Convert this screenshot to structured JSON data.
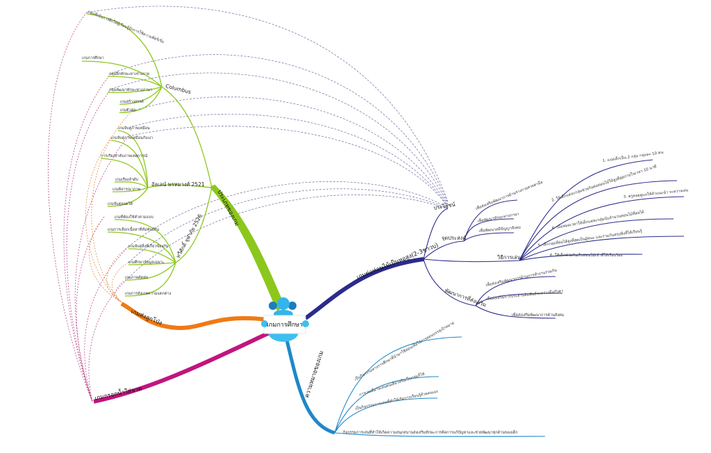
{
  "center": {
    "label": "เกมการศึกษา"
  },
  "colors": {
    "types": "#8cc71c",
    "tower": "#2b2b8c",
    "meaning": "#1e88c8",
    "balloon": "#f07a14",
    "bottle": "#c0157f"
  },
  "types": {
    "label": "ประเภทของเกม",
    "columbus": {
      "label": "Columbus",
      "items": [
        "กลุ่มที่เน้นการฝึกให้ผู้เรียนรู้จักการใช้ความคิดริเริ่ม",
        "เกมการศึกษา",
        "กลุ่มฝึกทักษะทางร่างกาย",
        "กลุ่มพัฒนาทักษะทางภาษา",
        "เกมสร้างสรรค์",
        "เกมตัวต่อ"
      ]
    },
    "allen": {
      "label": "อัลเลน์ พรหมวงศ์ 2521",
      "items": [
        "เกมจับคู่ภาพเหมือน",
        "เกมจับคู่ภาพเหมือนกับเงา",
        "การเรียงลำดับภาพเหตุการณ์",
        "เกมเรียงลำดับ",
        "เกมพิจารณาภาพ",
        "เกมจับคู่ลอตโต้"
      ]
    },
    "taweesak": {
      "label": "ทวีศักดิ์ จุฬาภัย 2526",
      "items": [
        "เกมที่ต้องใช้คำตามแบบ",
        "เกมการเลือกเนื้อหาที่สัมพันธ์กัน",
        "เกมจับคู่สิ่งที่เกี่ยวข้องกัน",
        "เกมศึกษาข้อมูลเฉพาะ",
        "เกมภาพตัดต่อ",
        "เกมการสังเกตความแตกต่าง"
      ]
    }
  },
  "tower": {
    "label": "เกมต่อท่อนไม้เป็นหอสูง(2-3ชาวบ)",
    "benefit": "ประโยชน์",
    "objective": {
      "label": "จุดประสงค์",
      "items": [
        "เพื่อส่งเสริมพัฒนาการด้านร่างกายสายตามือ",
        "เพื่อพัฒนาทักษะทางภาษา",
        "เพื่อพัฒนาสติปัญญาสังคม"
      ]
    },
    "howto": {
      "label": "วิธีการเล่น",
      "items": [
        "1. แบ่งเด็กเป็น 2 กลุ่ม กลุ่มละ 10 คน",
        "2. ให้เด็กแต่ละกลุ่มช่วยกันต่อท่อนไม้ให้สูงที่สุดภายในเวลา 10 นาที",
        "3. ครูคอยดูแลให้คำแนะนำ ระหว่างเล่น",
        "4. เมื่อหมดเวลาให้เด็กแต่ละกลุ่มนับจำนวนท่อนไม้ที่ต่อได้",
        "5. เด็กกลุ่มที่ต่อได้สูงที่สุดเป็นผู้ชนะ และร่วมกันสรุปสิ่งที่ได้เรียนรู้",
        "6. ให้เด็กช่วยกันเก็บท่อนไม้เข้าที่ให้เรียบร้อย"
      ]
    },
    "development": {
      "label": "พัฒนาการที่ส่งเสริม",
      "items": [
        "เพื่อส่งเสริมพัฒนาการด้านการทำงานร่วมกัน",
        "เพื่อส่งเสริมการประสานสัมพันธ์ระหว่างมือกับตา",
        "เพื่อส่งเสริมพัฒนาการด้านสังคม"
      ]
    }
  },
  "meaning": {
    "label": "ความหมายของเกม",
    "items": [
      "เป็นกิจกรรมทางการศึกษาที่นำมาใช้สอนเพื่อให้การสอนบรรลุเป้าหมาย",
      "การเล่นที่อาจเล่นคนเดียวหรือเป็นกลุ่มก็ได้",
      "เป็นกิจกรรมการเล่นที่ทำให้เกิดการเรียนรู้ด้วยตนเอง",
      "กิจกรรมการเล่นที่ทำให้เกิดความสนุกสนานส่งเสริมทักษะการคิดการแก้ปัญหาและช่วยพัฒนาทุกด้านของเด็ก"
    ]
  },
  "balloon": {
    "label": "เกมส่งลูกโป่ง"
  },
  "bottle": {
    "label": "เกมกรอกน้ำใส่ขวด"
  }
}
